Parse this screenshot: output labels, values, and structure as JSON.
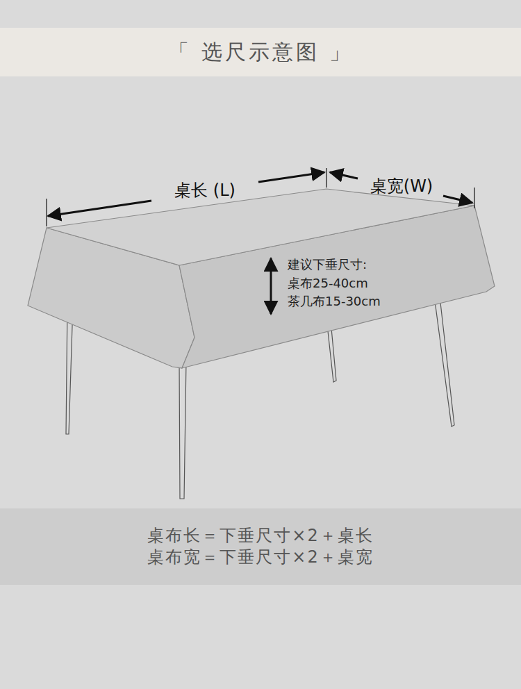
{
  "diagram": {
    "title": "「 选尺示意图 」",
    "nodes": [
      {
        "text": [
          "桌布长＝下垂尺寸×2＋桌长",
          "桌布宽＝下垂尺寸×2＋桌宽"
        ]
      }
    ],
    "labels": [
      "桌长 (L)",
      "桌宽(W)",
      "建议下垂尺寸:",
      "桌布25-40cm",
      "茶几布15-30cm"
    ]
  }
}
